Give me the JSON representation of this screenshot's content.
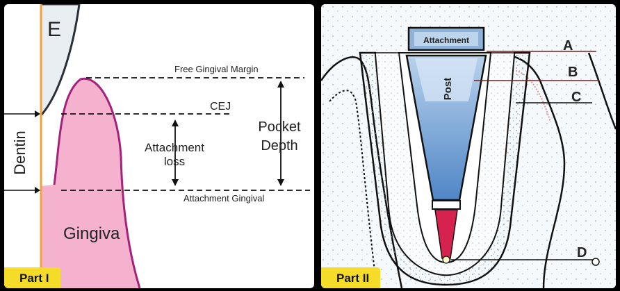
{
  "part1": {
    "badge": "Part I",
    "enamel_letter": "E",
    "dentin": "Dentin",
    "free_gingival_margin": "Free Gingival Margin",
    "cej": "CEJ",
    "attachment_loss_line1": "Attachment",
    "attachment_loss_line2": "loss",
    "pocket_depth_line1": "Pocket",
    "pocket_depth_line2": "Depth",
    "attachment_gingival": "Attachment Gingival",
    "gingiva": "Gingiva"
  },
  "part2": {
    "badge": "Part II",
    "attachment": "Attachment",
    "post": "Post",
    "label_a": "A",
    "label_b": "B",
    "label_c": "C",
    "label_d": "D"
  }
}
